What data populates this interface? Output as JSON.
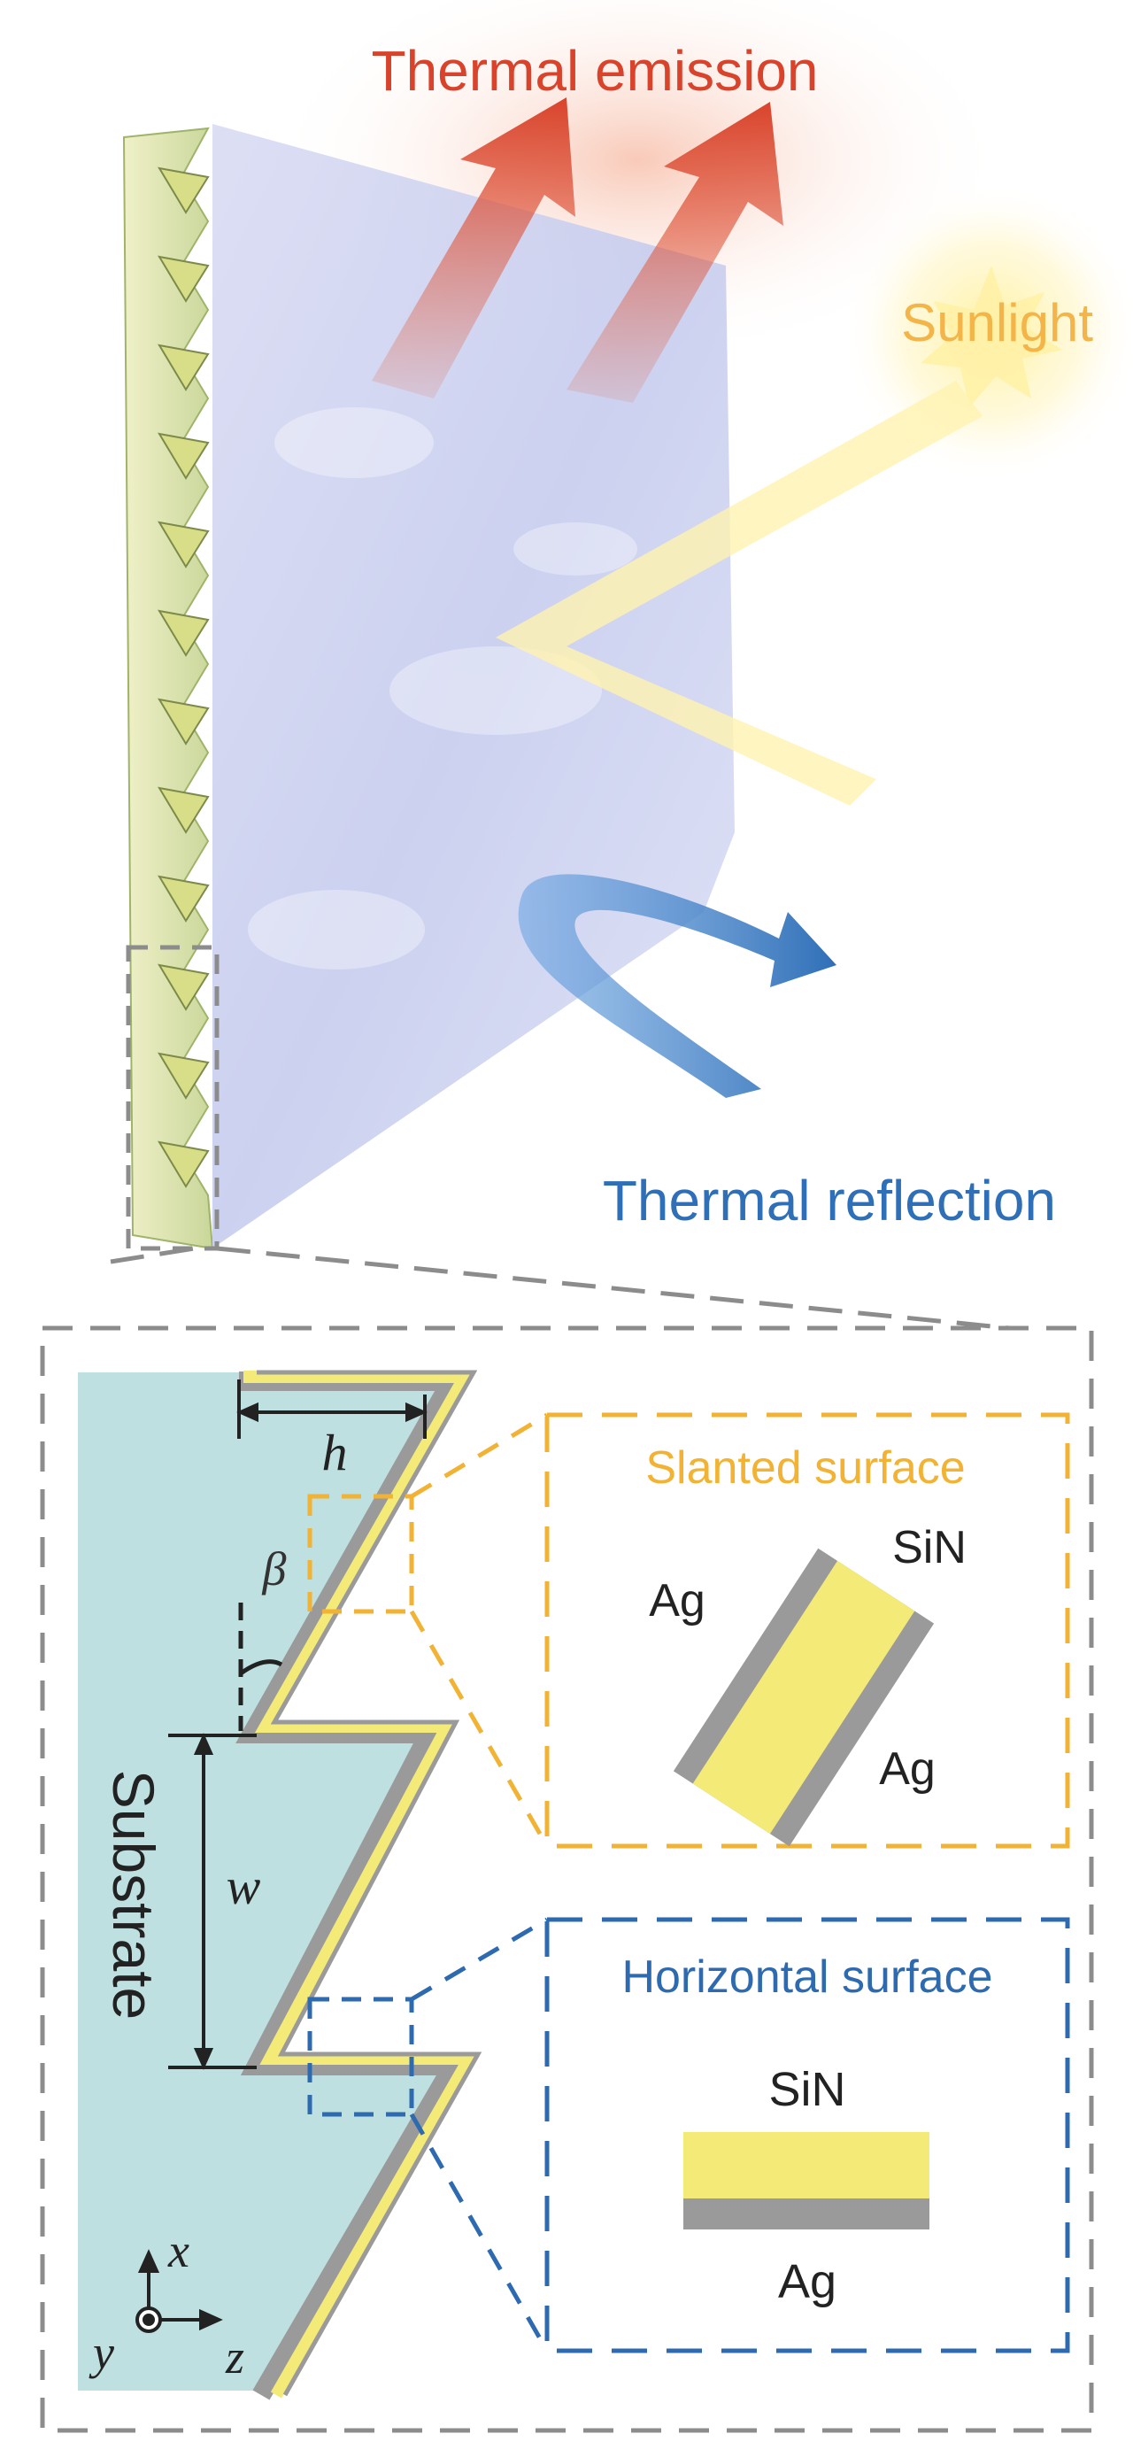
{
  "colors": {
    "thermal_emission": "#d9432b",
    "sunlight": "#f3b54a",
    "thermal_reflection": "#2f6fb7",
    "substrate": "#bfe0e1",
    "gold_layer": "#f4ea78",
    "silver_layer": "#9a9a9a",
    "slanted_box": "#f2b233",
    "horizontal_box": "#2d6ab0",
    "outer_box": "#8c8c8c"
  },
  "top": {
    "thermal_emission": "Thermal emission",
    "sunlight": "Sunlight",
    "thermal_reflection": "Thermal reflection"
  },
  "cross_section": {
    "substrate": "Substrate",
    "h": "h",
    "w": "w",
    "beta": "β"
  },
  "axes": {
    "x": "x",
    "y": "y",
    "z": "z"
  },
  "slanted": {
    "title": "Slanted surface",
    "ag_top": "Ag",
    "sin": "SiN",
    "ag_bottom": "Ag"
  },
  "horizontal": {
    "title": "Horizontal surface",
    "sin": "SiN",
    "ag": "Ag"
  },
  "icons": {
    "thermal_emission_arrows": "arrow-up-right-icon",
    "sun": "sun-icon",
    "thermal_reflection_arrow": "curved-arrow-icon"
  }
}
